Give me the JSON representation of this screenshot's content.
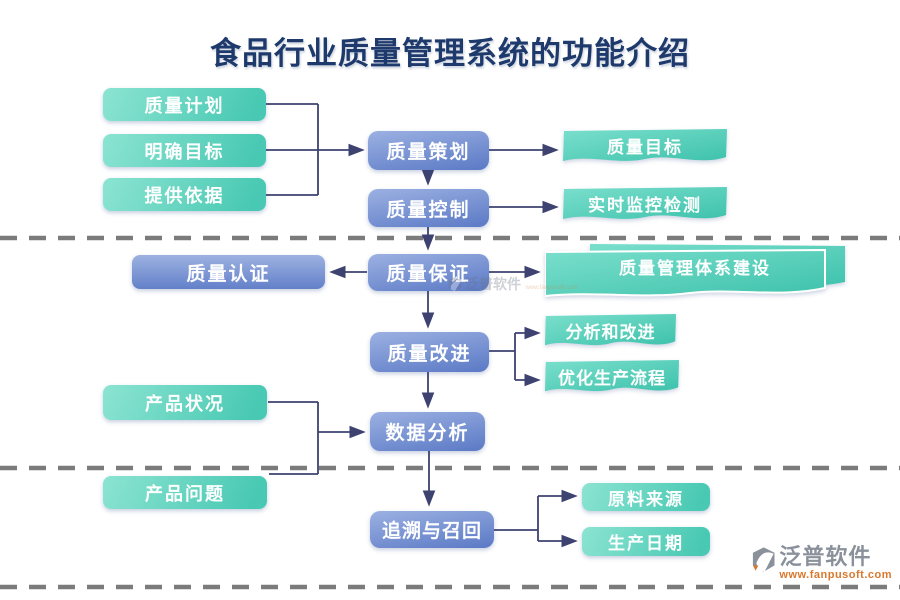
{
  "title": "食品行业质量管理系统的功能介绍",
  "nodes": [
    {
      "id": "quality-plan",
      "label": "质量计划"
    },
    {
      "id": "clear-goals",
      "label": "明确目标"
    },
    {
      "id": "provide-basis",
      "label": "提供依据"
    },
    {
      "id": "quality-planning",
      "label": "质量策划"
    },
    {
      "id": "quality-control",
      "label": "质量控制"
    },
    {
      "id": "quality-objectives",
      "label": "质量目标"
    },
    {
      "id": "realtime-monitoring",
      "label": "实时监控检测"
    },
    {
      "id": "quality-certification",
      "label": "质量认证"
    },
    {
      "id": "quality-assurance",
      "label": "质量保证"
    },
    {
      "id": "qms-construction",
      "label": "质量管理体系建设"
    },
    {
      "id": "quality-improvement",
      "label": "质量改进"
    },
    {
      "id": "analysis-improvement",
      "label": "分析和改进"
    },
    {
      "id": "optimize-production",
      "label": "优化生产流程"
    },
    {
      "id": "product-status",
      "label": "产品状况"
    },
    {
      "id": "data-analysis",
      "label": "数据分析"
    },
    {
      "id": "product-issues",
      "label": "产品问题"
    },
    {
      "id": "trace-recall",
      "label": "追溯与召回"
    },
    {
      "id": "material-source",
      "label": "原料来源"
    },
    {
      "id": "production-date",
      "label": "生产日期"
    }
  ],
  "watermark": {
    "brand": "泛普软件",
    "url": "www.fanpusoft.com"
  },
  "colors": {
    "title": "#1E3A6C",
    "teal_light": "#8CE4D2",
    "teal_dark": "#49C9B3",
    "blue_light": "#9CB1E2",
    "blue_dark": "#5E7CC7",
    "connector": "#3D4270",
    "dashed_line": "#7B7B7B",
    "brand_gray": "#8A919B",
    "brand_orange": "#D9782D"
  }
}
